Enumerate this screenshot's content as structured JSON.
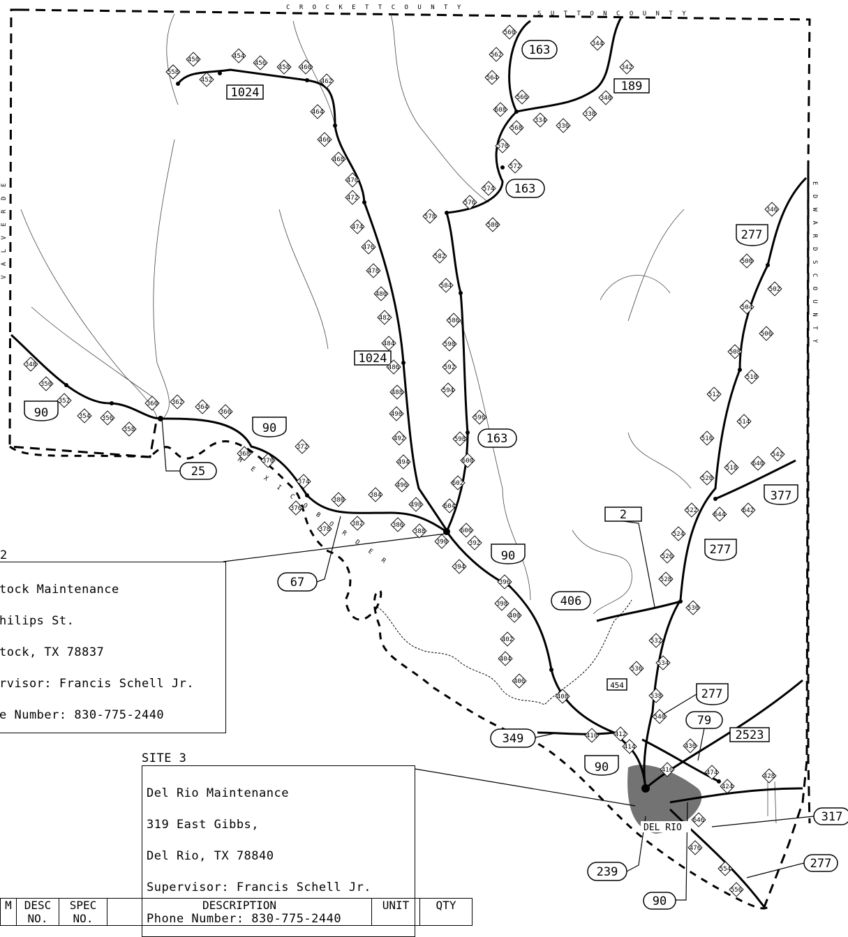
{
  "county_labels": {
    "crockett": "C R O C K E T T   C O U N T Y",
    "sutton": "S U T T O N   C O U N T Y",
    "edwards_right": "E D W A R D S   C O U N T Y",
    "val_verde_left": "V A L   V E R D E"
  },
  "border_text": "M E X I C O   B O R D E R",
  "routes": [
    {
      "kind": "fm",
      "label": "1024"
    },
    {
      "kind": "sh",
      "label": "163"
    },
    {
      "kind": "fm",
      "label": "189"
    },
    {
      "kind": "us",
      "label": "277"
    },
    {
      "kind": "us",
      "label": "90"
    },
    {
      "kind": "us",
      "label": "377"
    },
    {
      "kind": "sh",
      "label": "406"
    },
    {
      "kind": "sh",
      "label": "25"
    },
    {
      "kind": "sh",
      "label": "67"
    },
    {
      "kind": "fm",
      "label": "2"
    },
    {
      "kind": "us",
      "label": "349"
    },
    {
      "kind": "sh",
      "label": "79"
    },
    {
      "kind": "fm",
      "label": "2523"
    },
    {
      "kind": "sh",
      "label": "317"
    },
    {
      "kind": "sh",
      "label": "239"
    },
    {
      "kind": "sh",
      "label": "454"
    }
  ],
  "mileposts": [
    "448",
    "450",
    "452",
    "454",
    "456",
    "458",
    "460",
    "462",
    "464",
    "466",
    "468",
    "470",
    "472",
    "474",
    "476",
    "478",
    "480",
    "482",
    "484",
    "486",
    "488",
    "490",
    "492",
    "494",
    "496",
    "498",
    "348",
    "350",
    "352",
    "354",
    "356",
    "358",
    "360",
    "362",
    "364",
    "366",
    "368",
    "370",
    "372",
    "374",
    "376",
    "378",
    "380",
    "382",
    "384",
    "386",
    "388",
    "390",
    "392",
    "394",
    "396",
    "398",
    "400",
    "402",
    "404",
    "406",
    "408",
    "410",
    "412",
    "414",
    "416",
    "560",
    "562",
    "564",
    "566",
    "568",
    "570",
    "572",
    "574",
    "576",
    "578",
    "580",
    "582",
    "584",
    "586",
    "590",
    "592",
    "594",
    "596",
    "598",
    "600",
    "602",
    "604",
    "606",
    "608",
    "334",
    "336",
    "338",
    "340",
    "342",
    "344",
    "346",
    "500",
    "502",
    "504",
    "506",
    "508",
    "510",
    "512",
    "514",
    "516",
    "518",
    "520",
    "522",
    "524",
    "526",
    "528",
    "530",
    "532",
    "534",
    "536",
    "538",
    "540",
    "542",
    "640",
    "642",
    "644",
    "646",
    "424",
    "428",
    "430",
    "474",
    "476",
    "554",
    "556",
    "558"
  ],
  "site2": {
    "title": "2",
    "lines": [
      "tock Maintenance",
      "hilips St.",
      "tock, TX 78837",
      "rvisor: Francis Schell Jr.",
      "e Number: 830-775-2440"
    ]
  },
  "site3": {
    "title": "SITE 3",
    "lines": [
      "Del Rio Maintenance",
      "319 East Gibbs,",
      "Del Rio, TX 78840",
      "Supervisor: Francis Schell Jr.",
      "Phone Number: 830-775-2440"
    ]
  },
  "city_label": "DEL RIO",
  "table_headers": [
    "M",
    "DESC NO.",
    "SPEC NO.",
    "DESCRIPTION",
    "UNIT",
    "QTY"
  ]
}
